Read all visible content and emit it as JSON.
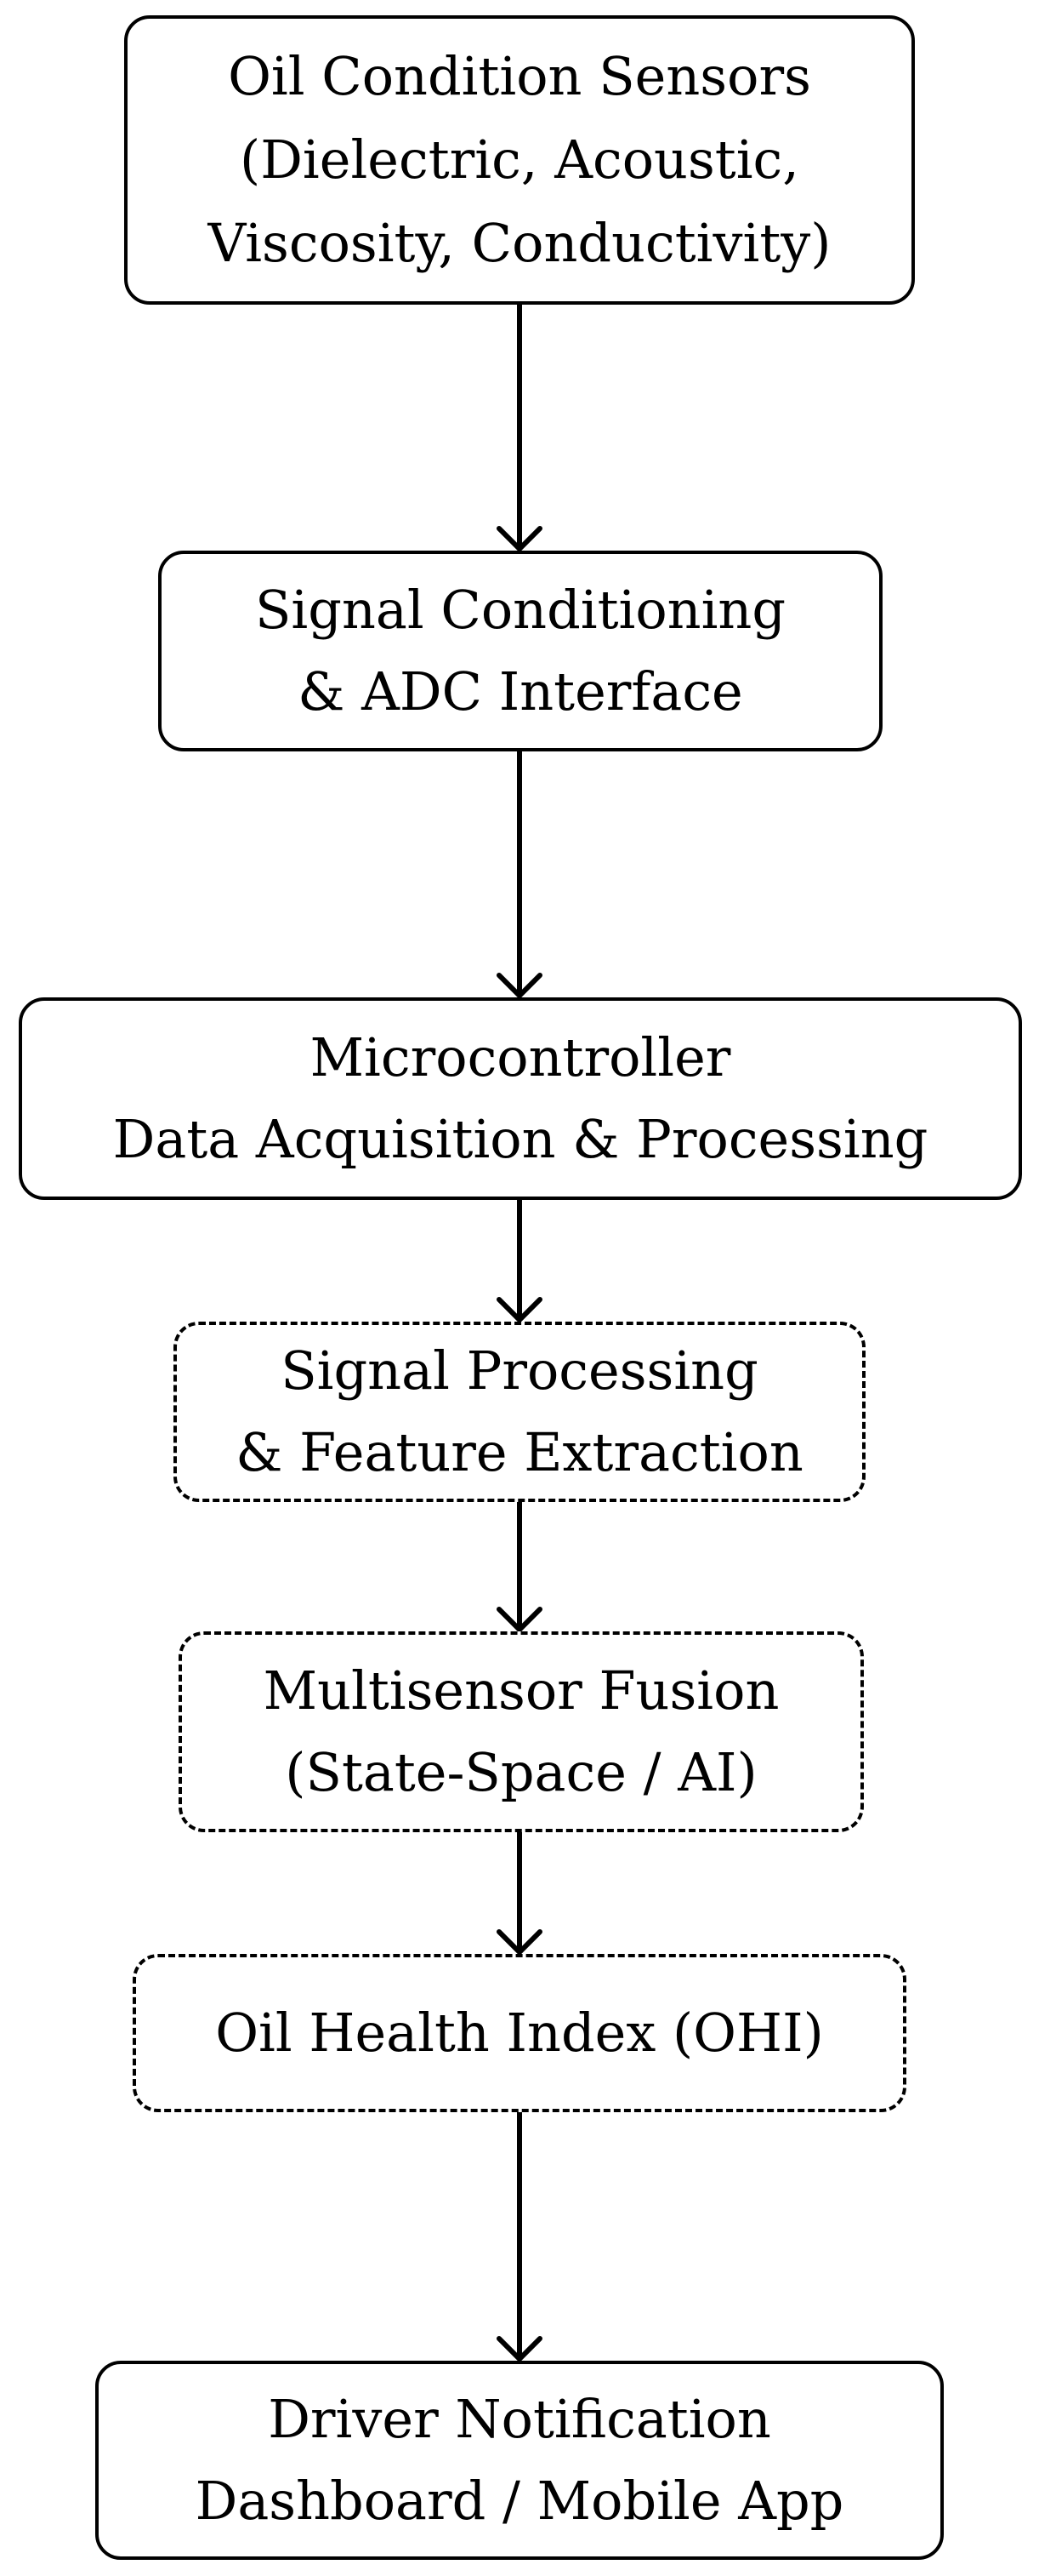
{
  "flowchart": {
    "nodes": [
      {
        "id": "sensors",
        "lines": [
          "Oil Condition Sensors",
          "(Dielectric, Acoustic,",
          "Viscosity, Conductivity)"
        ],
        "border": "solid"
      },
      {
        "id": "signal-conditioning",
        "lines": [
          "Signal Conditioning",
          "& ADC Interface"
        ],
        "border": "solid"
      },
      {
        "id": "microcontroller",
        "lines": [
          "Microcontroller",
          "Data Acquisition & Processing"
        ],
        "border": "solid"
      },
      {
        "id": "signal-processing",
        "lines": [
          "Signal Processing",
          "& Feature Extraction"
        ],
        "border": "dashed"
      },
      {
        "id": "multisensor-fusion",
        "lines": [
          "Multisensor Fusion",
          "(State-Space / AI)"
        ],
        "border": "dashed"
      },
      {
        "id": "oil-health-index",
        "lines": [
          "Oil Health Index (OHI)"
        ],
        "border": "dashed"
      },
      {
        "id": "driver-notification",
        "lines": [
          "Driver Notification",
          "Dashboard / Mobile App"
        ],
        "border": "solid"
      }
    ],
    "edges": [
      {
        "from": "sensors",
        "to": "signal-conditioning"
      },
      {
        "from": "signal-conditioning",
        "to": "microcontroller"
      },
      {
        "from": "microcontroller",
        "to": "signal-processing"
      },
      {
        "from": "signal-processing",
        "to": "multisensor-fusion"
      },
      {
        "from": "multisensor-fusion",
        "to": "oil-health-index"
      },
      {
        "from": "oil-health-index",
        "to": "driver-notification"
      }
    ],
    "colors": {
      "stroke": "#000000",
      "background": "#ffffff"
    }
  }
}
